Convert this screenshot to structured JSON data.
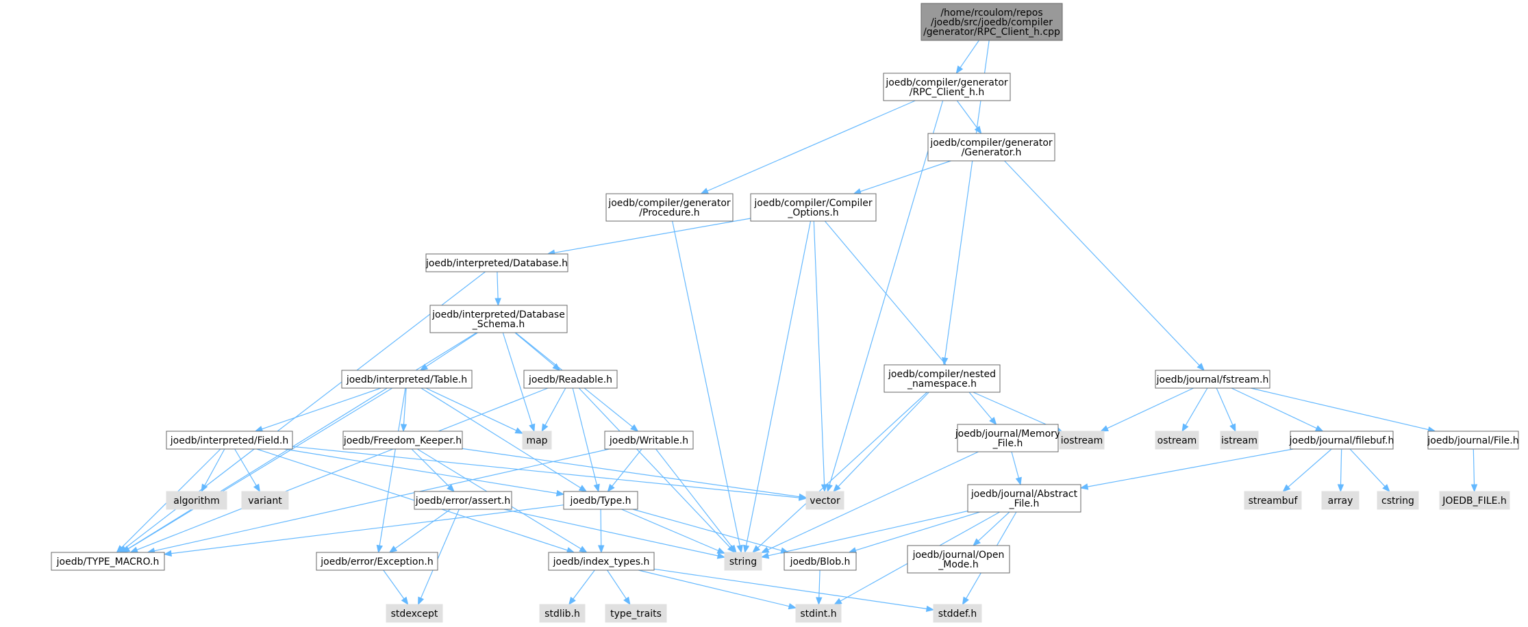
{
  "colors": {
    "edge": "#63b8ff",
    "root_fill": "#999999",
    "local_fill": "#ffffff",
    "system_fill": "#e0e0e0",
    "border": "#666666"
  },
  "nodes": {
    "root": {
      "kind": "root",
      "lines": [
        "/home/rcoulom/repos",
        "/joedb/src/joedb/compiler",
        "/generator/RPC_Client_h.cpp"
      ]
    },
    "rpc_client_h": {
      "kind": "local",
      "lines": [
        "joedb/compiler/generator",
        "/RPC_Client_h.h"
      ]
    },
    "generator_h": {
      "kind": "local",
      "lines": [
        "joedb/compiler/generator",
        "/Generator.h"
      ]
    },
    "procedure_h": {
      "kind": "local",
      "lines": [
        "joedb/compiler/generator",
        "/Procedure.h"
      ]
    },
    "compiler_options_h": {
      "kind": "local",
      "lines": [
        "joedb/compiler/Compiler",
        "_Options.h"
      ]
    },
    "database_h": {
      "kind": "local",
      "lines": [
        "joedb/interpreted/Database.h"
      ]
    },
    "database_schema_h": {
      "kind": "local",
      "lines": [
        "joedb/interpreted/Database",
        "_Schema.h"
      ]
    },
    "table_h": {
      "kind": "local",
      "lines": [
        "joedb/interpreted/Table.h"
      ]
    },
    "readable_h": {
      "kind": "local",
      "lines": [
        "joedb/Readable.h"
      ]
    },
    "field_h": {
      "kind": "local",
      "lines": [
        "joedb/interpreted/Field.h"
      ]
    },
    "freedom_keeper_h": {
      "kind": "local",
      "lines": [
        "joedb/Freedom_Keeper.h"
      ]
    },
    "writable_h": {
      "kind": "local",
      "lines": [
        "joedb/Writable.h"
      ]
    },
    "nested_namespace_h": {
      "kind": "local",
      "lines": [
        "joedb/compiler/nested",
        "_namespace.h"
      ]
    },
    "memory_file_h": {
      "kind": "local",
      "lines": [
        "joedb/journal/Memory",
        "_File.h"
      ]
    },
    "fstream_h": {
      "kind": "local",
      "lines": [
        "joedb/journal/fstream.h"
      ]
    },
    "filebuf_h": {
      "kind": "local",
      "lines": [
        "joedb/journal/filebuf.h"
      ]
    },
    "file_h": {
      "kind": "local",
      "lines": [
        "joedb/journal/File.h"
      ]
    },
    "abstract_file_h": {
      "kind": "local",
      "lines": [
        "joedb/journal/Abstract",
        "_File.h"
      ]
    },
    "open_mode_h": {
      "kind": "local",
      "lines": [
        "joedb/journal/Open",
        "_Mode.h"
      ]
    },
    "assert_h": {
      "kind": "local",
      "lines": [
        "joedb/error/assert.h"
      ]
    },
    "type_h": {
      "kind": "local",
      "lines": [
        "joedb/Type.h"
      ]
    },
    "exception_h": {
      "kind": "local",
      "lines": [
        "joedb/error/Exception.h"
      ]
    },
    "index_types_h": {
      "kind": "local",
      "lines": [
        "joedb/index_types.h"
      ]
    },
    "blob_h": {
      "kind": "local",
      "lines": [
        "joedb/Blob.h"
      ]
    },
    "type_macro_h": {
      "kind": "local",
      "lines": [
        "joedb/TYPE_MACRO.h"
      ]
    },
    "map": {
      "kind": "system",
      "lines": [
        "map"
      ]
    },
    "vector": {
      "kind": "system",
      "lines": [
        "vector"
      ]
    },
    "string": {
      "kind": "system",
      "lines": [
        "string"
      ]
    },
    "iostream": {
      "kind": "system",
      "lines": [
        "iostream"
      ]
    },
    "ostream": {
      "kind": "system",
      "lines": [
        "ostream"
      ]
    },
    "istream": {
      "kind": "system",
      "lines": [
        "istream"
      ]
    },
    "algorithm": {
      "kind": "system",
      "lines": [
        "algorithm"
      ]
    },
    "variant": {
      "kind": "system",
      "lines": [
        "variant"
      ]
    },
    "streambuf": {
      "kind": "system",
      "lines": [
        "streambuf"
      ]
    },
    "array": {
      "kind": "system",
      "lines": [
        "array"
      ]
    },
    "cstring": {
      "kind": "system",
      "lines": [
        "cstring"
      ]
    },
    "joedb_file_h": {
      "kind": "system",
      "lines": [
        "JOEDB_FILE.h"
      ]
    },
    "stdexcept": {
      "kind": "system",
      "lines": [
        "stdexcept"
      ]
    },
    "stdlib_h": {
      "kind": "system",
      "lines": [
        "stdlib.h"
      ]
    },
    "type_traits": {
      "kind": "system",
      "lines": [
        "type_traits"
      ]
    },
    "stdint_h": {
      "kind": "system",
      "lines": [
        "stdint.h"
      ]
    },
    "stddef_h": {
      "kind": "system",
      "lines": [
        "stddef.h"
      ]
    }
  },
  "edges": [
    [
      "root",
      "rpc_client_h"
    ],
    [
      "root",
      "nested_namespace_h"
    ],
    [
      "rpc_client_h",
      "generator_h"
    ],
    [
      "rpc_client_h",
      "procedure_h"
    ],
    [
      "rpc_client_h",
      "vector"
    ],
    [
      "generator_h",
      "compiler_options_h"
    ],
    [
      "generator_h",
      "fstream_h"
    ],
    [
      "procedure_h",
      "string"
    ],
    [
      "compiler_options_h",
      "database_h"
    ],
    [
      "compiler_options_h",
      "memory_file_h"
    ],
    [
      "compiler_options_h",
      "vector"
    ],
    [
      "compiler_options_h",
      "string"
    ],
    [
      "database_h",
      "database_schema_h"
    ],
    [
      "database_h",
      "type_macro_h"
    ],
    [
      "database_schema_h",
      "table_h"
    ],
    [
      "database_schema_h",
      "readable_h"
    ],
    [
      "database_schema_h",
      "writable_h"
    ],
    [
      "database_schema_h",
      "map"
    ],
    [
      "database_schema_h",
      "type_macro_h"
    ],
    [
      "table_h",
      "field_h"
    ],
    [
      "table_h",
      "freedom_keeper_h"
    ],
    [
      "table_h",
      "map"
    ],
    [
      "table_h",
      "type_h"
    ],
    [
      "table_h",
      "exception_h"
    ],
    [
      "table_h",
      "type_macro_h"
    ],
    [
      "readable_h",
      "map"
    ],
    [
      "readable_h",
      "type_h"
    ],
    [
      "readable_h",
      "string"
    ],
    [
      "readable_h",
      "type_macro_h"
    ],
    [
      "field_h",
      "algorithm"
    ],
    [
      "field_h",
      "variant"
    ],
    [
      "field_h",
      "vector"
    ],
    [
      "field_h",
      "type_h"
    ],
    [
      "field_h",
      "index_types_h"
    ],
    [
      "field_h",
      "type_macro_h"
    ],
    [
      "freedom_keeper_h",
      "assert_h"
    ],
    [
      "freedom_keeper_h",
      "index_types_h"
    ],
    [
      "freedom_keeper_h",
      "vector"
    ],
    [
      "writable_h",
      "type_h"
    ],
    [
      "writable_h",
      "string"
    ],
    [
      "writable_h",
      "type_macro_h"
    ],
    [
      "assert_h",
      "exception_h"
    ],
    [
      "assert_h",
      "stdexcept"
    ],
    [
      "assert_h",
      "string"
    ],
    [
      "type_h",
      "index_types_h"
    ],
    [
      "type_h",
      "blob_h"
    ],
    [
      "type_h",
      "string"
    ],
    [
      "type_h",
      "type_macro_h"
    ],
    [
      "exception_h",
      "stdexcept"
    ],
    [
      "index_types_h",
      "stdlib_h"
    ],
    [
      "index_types_h",
      "type_traits"
    ],
    [
      "index_types_h",
      "stdint_h"
    ],
    [
      "index_types_h",
      "stddef_h"
    ],
    [
      "blob_h",
      "stdint_h"
    ],
    [
      "nested_namespace_h",
      "iostream"
    ],
    [
      "nested_namespace_h",
      "vector"
    ],
    [
      "nested_namespace_h",
      "string"
    ],
    [
      "memory_file_h",
      "abstract_file_h"
    ],
    [
      "memory_file_h",
      "string"
    ],
    [
      "fstream_h",
      "iostream"
    ],
    [
      "fstream_h",
      "ostream"
    ],
    [
      "fstream_h",
      "istream"
    ],
    [
      "fstream_h",
      "filebuf_h"
    ],
    [
      "fstream_h",
      "file_h"
    ],
    [
      "filebuf_h",
      "abstract_file_h"
    ],
    [
      "filebuf_h",
      "streambuf"
    ],
    [
      "filebuf_h",
      "array"
    ],
    [
      "filebuf_h",
      "cstring"
    ],
    [
      "file_h",
      "joedb_file_h"
    ],
    [
      "abstract_file_h",
      "open_mode_h"
    ],
    [
      "abstract_file_h",
      "blob_h"
    ],
    [
      "abstract_file_h",
      "string"
    ],
    [
      "abstract_file_h",
      "stdint_h"
    ],
    [
      "abstract_file_h",
      "stddef_h"
    ]
  ]
}
